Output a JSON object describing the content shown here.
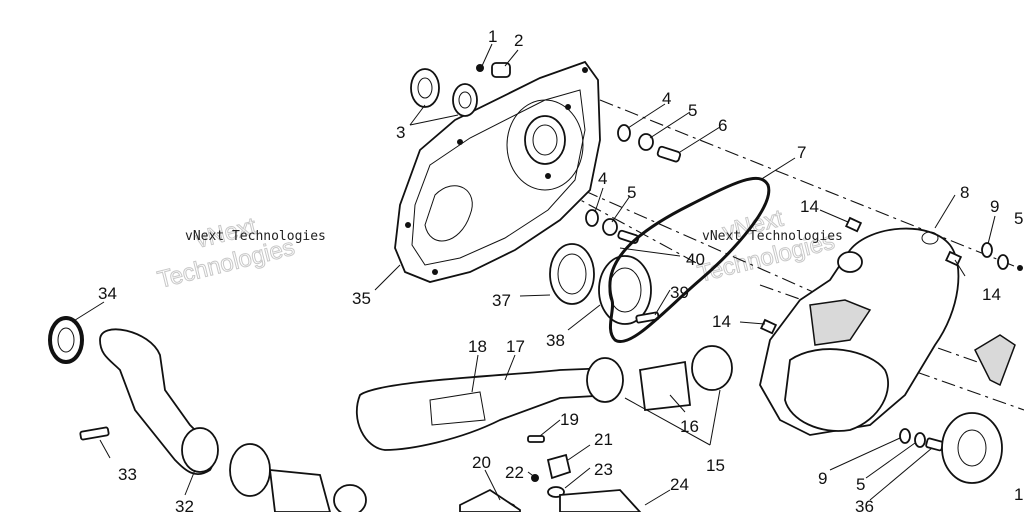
{
  "diagram": {
    "watermarks": [
      "vNext Technologies",
      "vNext Technologies"
    ],
    "watermark_outline": [
      "vNext\nTechnologies",
      "vNext\nTechnologies"
    ],
    "callouts": [
      "1",
      "2",
      "3",
      "4",
      "5",
      "6",
      "7",
      "4",
      "5",
      "8",
      "9",
      "5",
      "14",
      "14",
      "14",
      "35",
      "37",
      "40",
      "39",
      "38",
      "34",
      "18",
      "17",
      "19",
      "16",
      "15",
      "21",
      "20",
      "22",
      "23",
      "24",
      "33",
      "32",
      "9",
      "5",
      "36",
      "1"
    ]
  }
}
